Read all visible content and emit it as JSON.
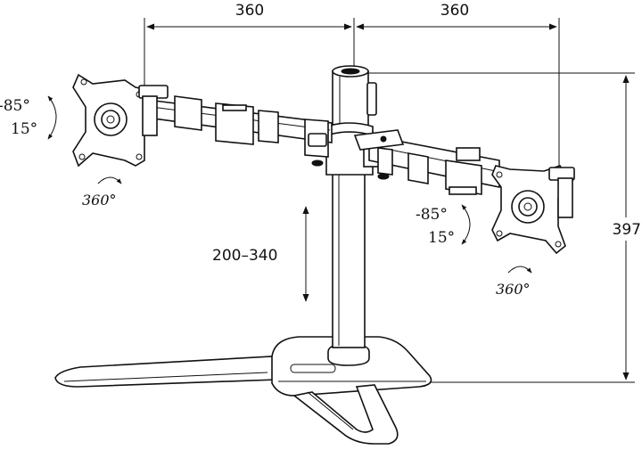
{
  "dimensions": {
    "left_arm_width": "360",
    "right_arm_width": "360",
    "height_range": "200–340",
    "total_height": "397"
  },
  "left_monitor": {
    "tilt_up": "-85°",
    "tilt_down": "15°",
    "rotation": "360°"
  },
  "right_monitor": {
    "tilt_up": "-85°",
    "tilt_down": "15°",
    "rotation": "360°"
  }
}
